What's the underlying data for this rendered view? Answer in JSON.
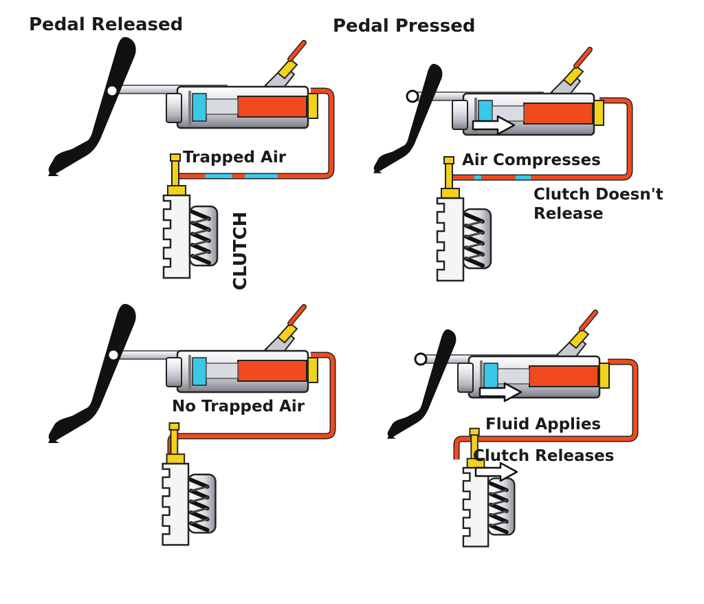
{
  "headings": {
    "pedal_released": "Pedal Released",
    "pedal_pressed": "Pedal Pressed"
  },
  "labels": {
    "trapped_air": "Trapped Air",
    "clutch": "CLUTCH",
    "air_compresses": "Air Compresses",
    "clutch_doesnt_line1": "Clutch Doesn't",
    "clutch_doesnt_line2": "Release",
    "no_trapped_air": "No Trapped Air",
    "fluid_applies": "Fluid Applies",
    "clutch_releases": "Clutch Releases"
  },
  "colors": {
    "fluid": "#f04a1e",
    "air": "#39c8e8",
    "bleeder": "#f2d21a",
    "pedal": "#111111",
    "cylinder_light": "#e8e8ee",
    "cylinder_dark": "#8d8d96"
  }
}
